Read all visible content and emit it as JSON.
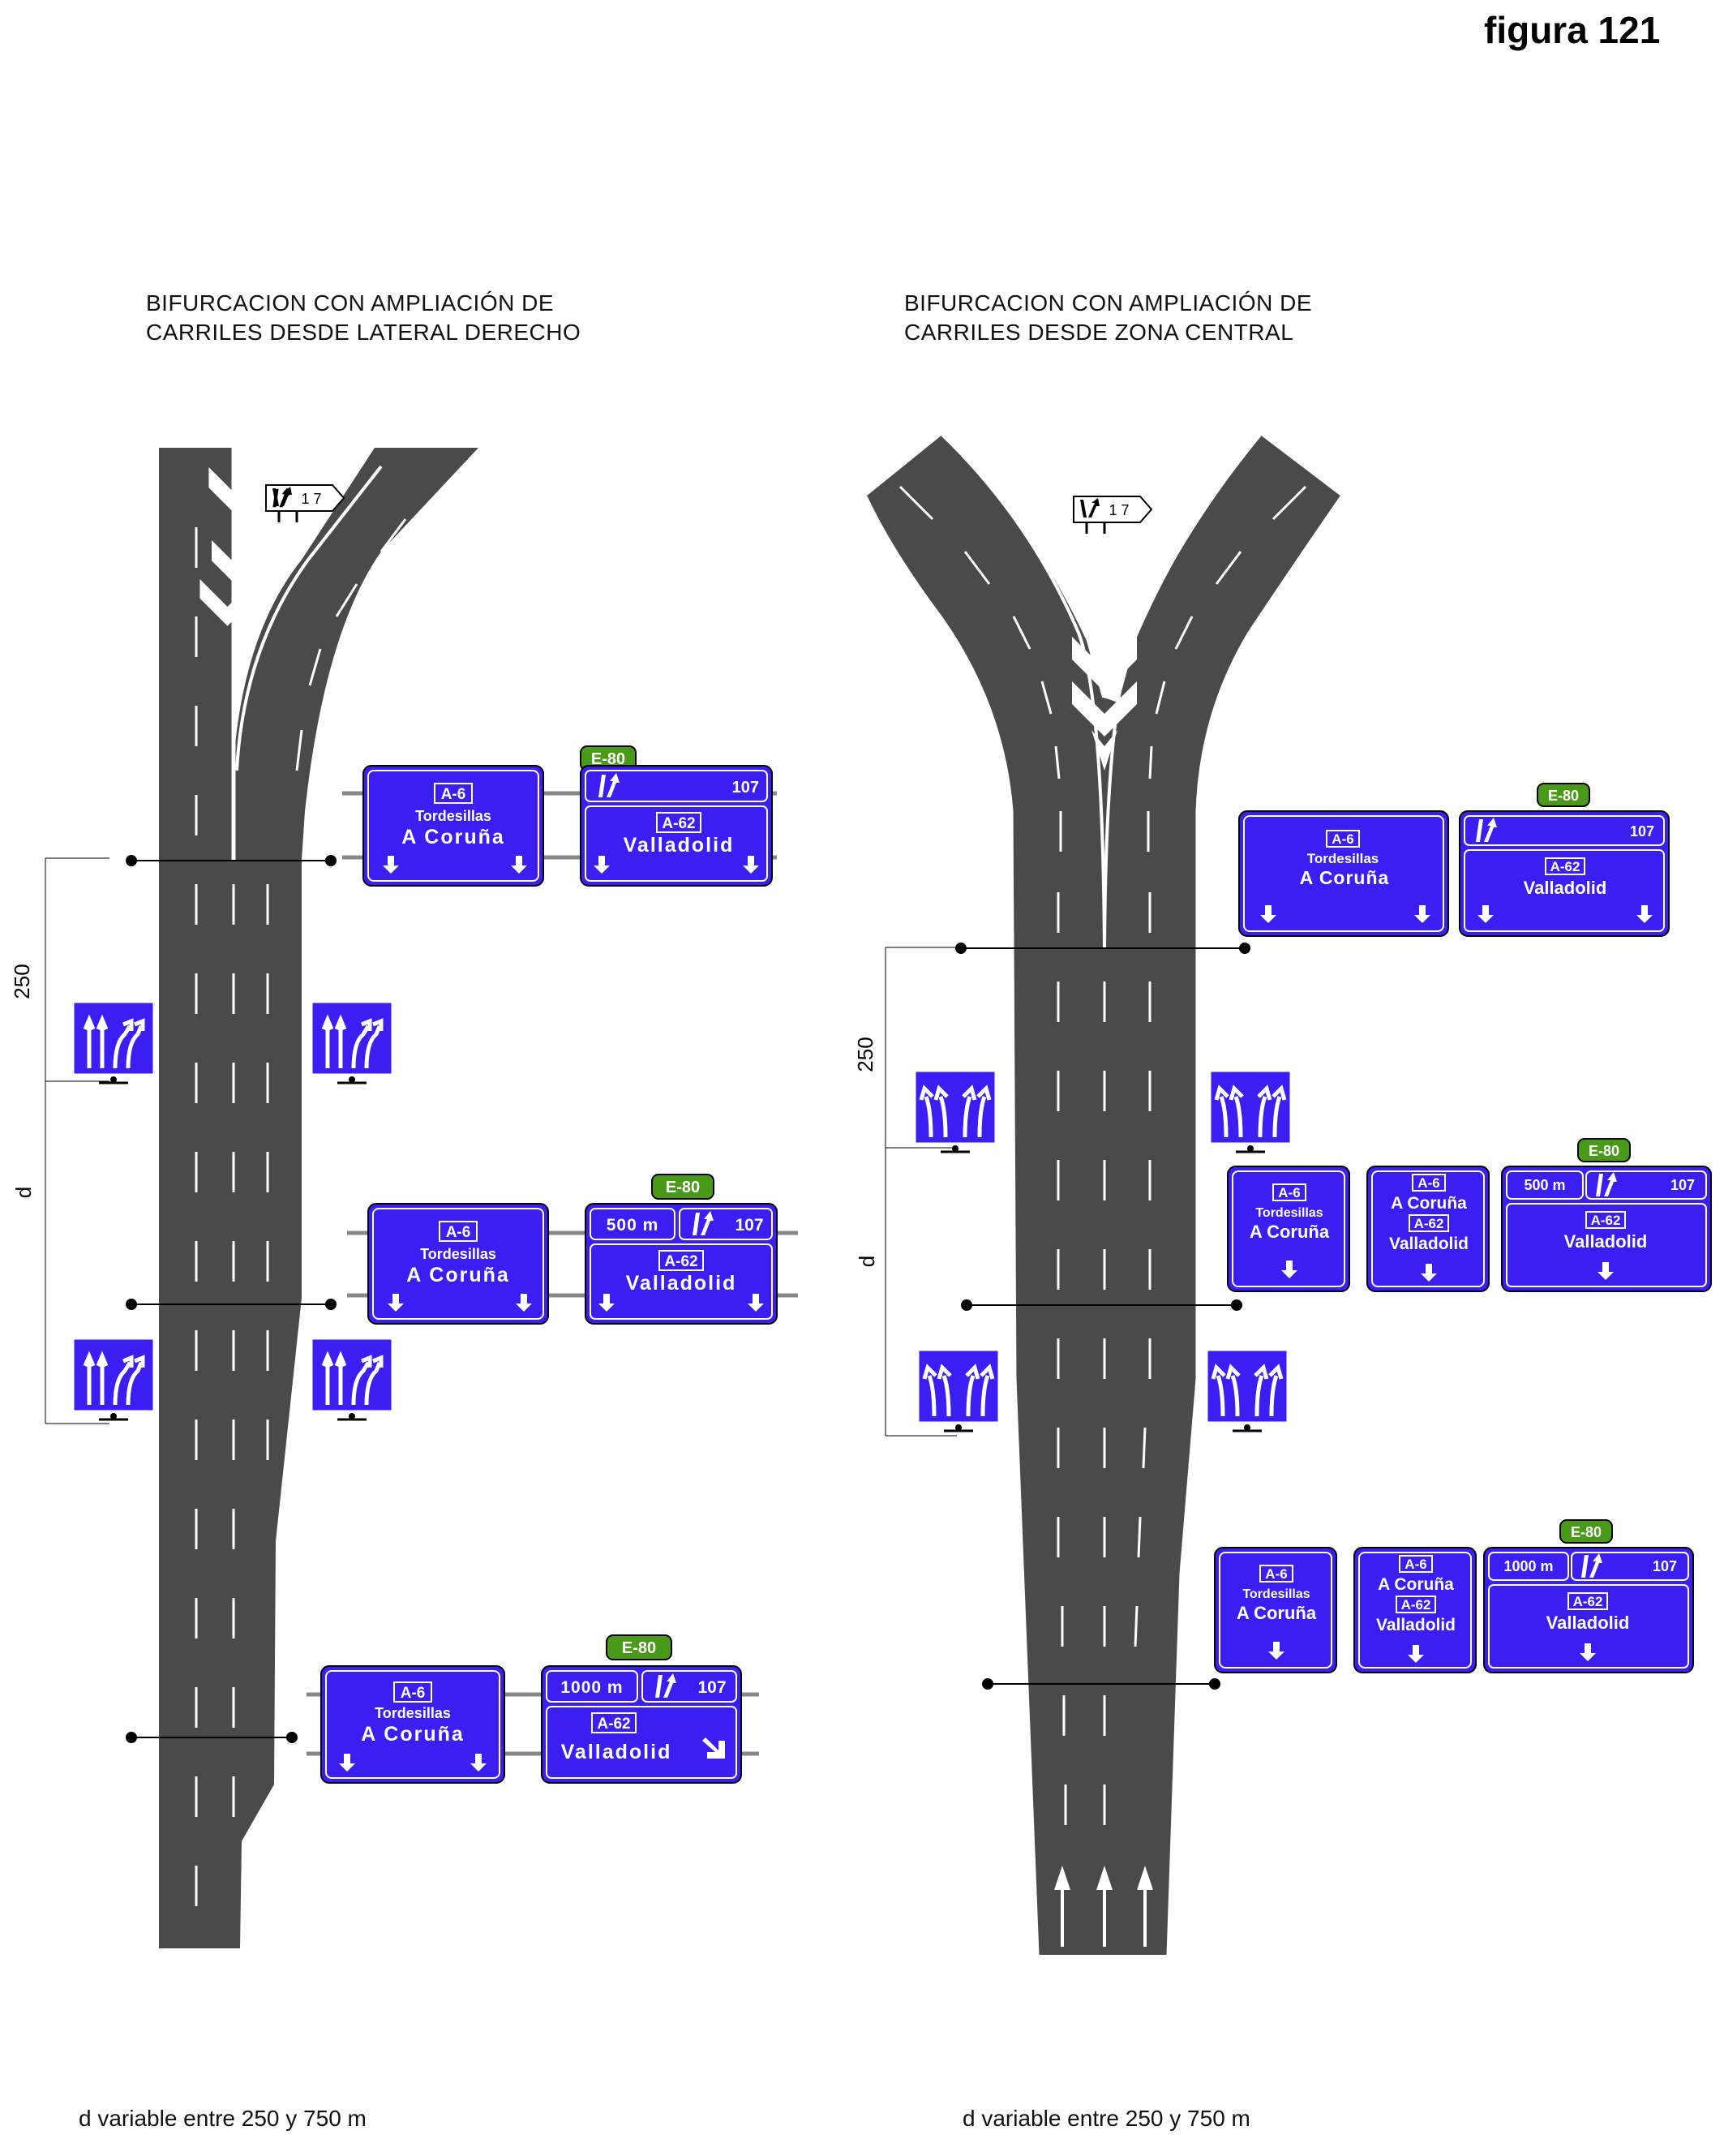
{
  "figure_number": "figura 121",
  "colors": {
    "road": "#4a4a4a",
    "sign_blue": "#3a1ef2",
    "sign_green": "#4a9a1a",
    "marking": "#ffffff"
  },
  "left": {
    "title_line1": "BIFURCACION CON AMPLIACIÓN DE",
    "title_line2": "CARRILES DESDE LATERAL DERECHO",
    "footnote": "d variable entre 250 y 750 m",
    "dim_250": "250",
    "dim_d": "d",
    "exit_marker": "1 7",
    "gantries": [
      {
        "a6_route": "A-6",
        "a6_town": "Tordesillas",
        "a6_city": "A Coruña",
        "eroute": "E-80",
        "exit_num": "107",
        "distance": "",
        "a62_route": "A-62",
        "a62_city": "Valladolid"
      },
      {
        "a6_route": "A-6",
        "a6_town": "Tordesillas",
        "a6_city": "A Coruña",
        "eroute": "E-80",
        "exit_num": "107",
        "distance": "500 m",
        "a62_route": "A-62",
        "a62_city": "Valladolid"
      },
      {
        "a6_route": "A-6",
        "a6_town": "Tordesillas",
        "a6_city": "A Coruña",
        "eroute": "E-80",
        "exit_num": "107",
        "distance": "1000 m",
        "a62_route": "A-62",
        "a62_city": "Valladolid"
      }
    ]
  },
  "right": {
    "title_line1": "BIFURCACION CON AMPLIACIÓN DE",
    "title_line2": "CARRILES DESDE ZONA CENTRAL",
    "footnote": "d variable entre 250 y 750 m",
    "dim_250": "250",
    "dim_d": "d",
    "exit_marker": "1 7",
    "gantry1": {
      "a6_route": "A-6",
      "a6_town": "Tordesillas",
      "a6_city": "A Coruña",
      "eroute": "E-80",
      "exit_num": "107",
      "a62_route": "A-62",
      "a62_city": "Valladolid"
    },
    "gantry2": {
      "a6_route": "A-6",
      "a6_town": "Tordesillas",
      "a6_city": "A Coruña",
      "mid_a6": "A-6",
      "mid_a6_city": "A Coruña",
      "mid_a62": "A-62",
      "mid_a62_city": "Valladolid",
      "eroute": "E-80",
      "distance": "500 m",
      "exit_num": "107",
      "a62_route": "A-62",
      "a62_city": "Valladolid"
    },
    "gantry3": {
      "a6_route": "A-6",
      "a6_town": "Tordesillas",
      "a6_city": "A Coruña",
      "mid_a6": "A-6",
      "mid_a6_city": "A Coruña",
      "mid_a62": "A-62",
      "mid_a62_city": "Valladolid",
      "eroute": "E-80",
      "distance": "1000 m",
      "exit_num": "107",
      "a62_route": "A-62",
      "a62_city": "Valladolid"
    }
  }
}
